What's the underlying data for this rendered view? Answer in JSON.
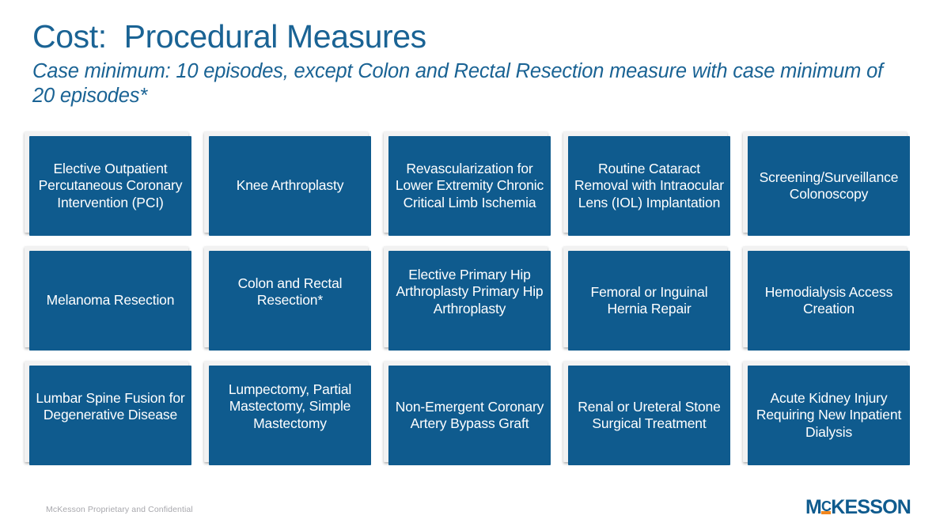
{
  "slide": {
    "title": "Cost:  Procedural Measures",
    "subtitle": "Case minimum: 10 episodes, except Colon and Rectal Resection measure with case minimum of 20 episodes*"
  },
  "colors": {
    "tile_blue": "#0F5B8E",
    "title_blue": "#1A6394",
    "logo_blue": "#0F5B8E",
    "logo_orange": "#F2861D",
    "footer_gray": "#A8A8AD",
    "tile_text": "#FFFFFF"
  },
  "measures": [
    {
      "label": "Elective Outpatient Percutaneous Coronary Intervention (PCI)",
      "align": "center"
    },
    {
      "label": "Knee Arthroplasty",
      "align": "center"
    },
    {
      "label": "Revascularization for Lower Extremity Chronic Critical Limb Ischemia",
      "align": "center"
    },
    {
      "label": "Routine Cataract Removal with Intraocular Lens (IOL) Implantation",
      "align": "center"
    },
    {
      "label": "Screening/Surveillance Colonoscopy",
      "align": "center"
    },
    {
      "label": "Melanoma Resection",
      "align": "center"
    },
    {
      "label": "Colon and Rectal Resection*",
      "align": "high"
    },
    {
      "label": "Elective Primary Hip Arthroplasty Primary Hip Arthroplasty",
      "align": "high"
    },
    {
      "label": "Femoral or Inguinal Hernia Repair",
      "align": "center"
    },
    {
      "label": "Hemodialysis Access Creation",
      "align": "center"
    },
    {
      "label": "Lumbar Spine Fusion for Degenerative Disease",
      "align": "high"
    },
    {
      "label": "Lumpectomy, Partial Mastectomy, Simple Mastectomy",
      "align": "high"
    },
    {
      "label": "Non-Emergent Coronary Artery Bypass Graft",
      "align": "center"
    },
    {
      "label": "Renal or Ureteral Stone Surgical Treatment",
      "align": "center"
    },
    {
      "label": "Acute Kidney Injury Requiring New Inpatient Dialysis",
      "align": "center"
    }
  ],
  "footer": {
    "note": "McKesson Proprietary and Confidential",
    "logo": {
      "prefix": "M",
      "small_c": "C",
      "suffix": "KESSON"
    }
  }
}
